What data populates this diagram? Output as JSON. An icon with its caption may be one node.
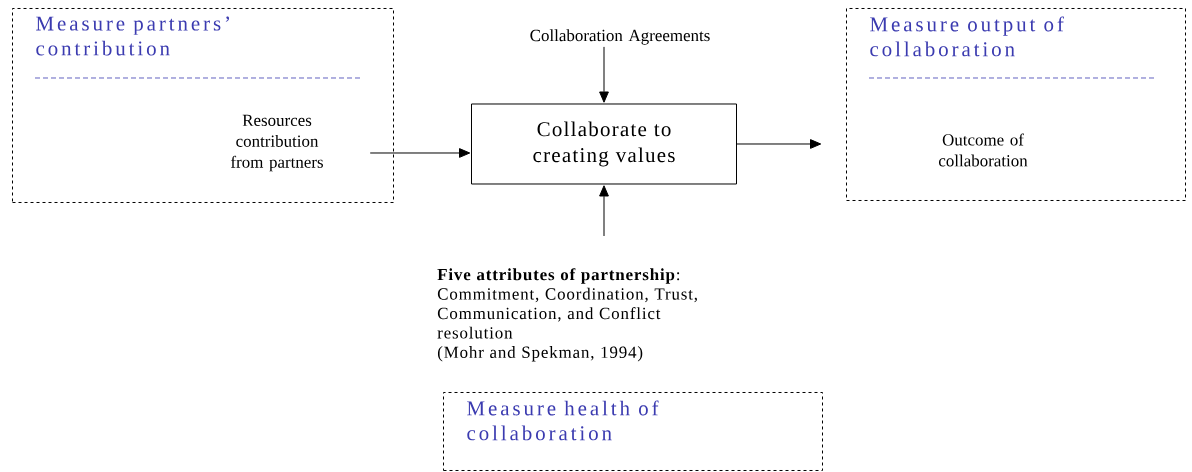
{
  "diagram": {
    "nodes": [
      {
        "text": [
          "Measure partners’ contribution"
        ]
      },
      {
        "text": [
          "Resources contribution from partners"
        ],
        "in": 0
      },
      {
        "text": [
          "Measure output of collaboration"
        ]
      },
      {
        "text": [
          "Outcome of collaboration"
        ],
        "in": 2
      },
      {
        "text": [
          "Collaborate to creating values"
        ]
      },
      {
        "text": [
          "Collaboration Agreements"
        ]
      },
      {
        "text": [
          "**Five attributes of partnership**: Commitment, Coordination, Trust, Communication, and Conflict resolution",
          "(Mohr and Spekman, 1994)"
        ]
      },
      {
        "text": [
          "Measure health of collaboration"
        ]
      }
    ],
    "edges": [
      {
        "from": 1,
        "to": 4,
        "arrow": "to"
      },
      {
        "from": 5,
        "to": 4,
        "arrow": "to"
      },
      {
        "from": 6,
        "to": 4,
        "arrow": "to"
      },
      {
        "from": 4,
        "to": 2,
        "arrow": "to"
      }
    ]
  }
}
